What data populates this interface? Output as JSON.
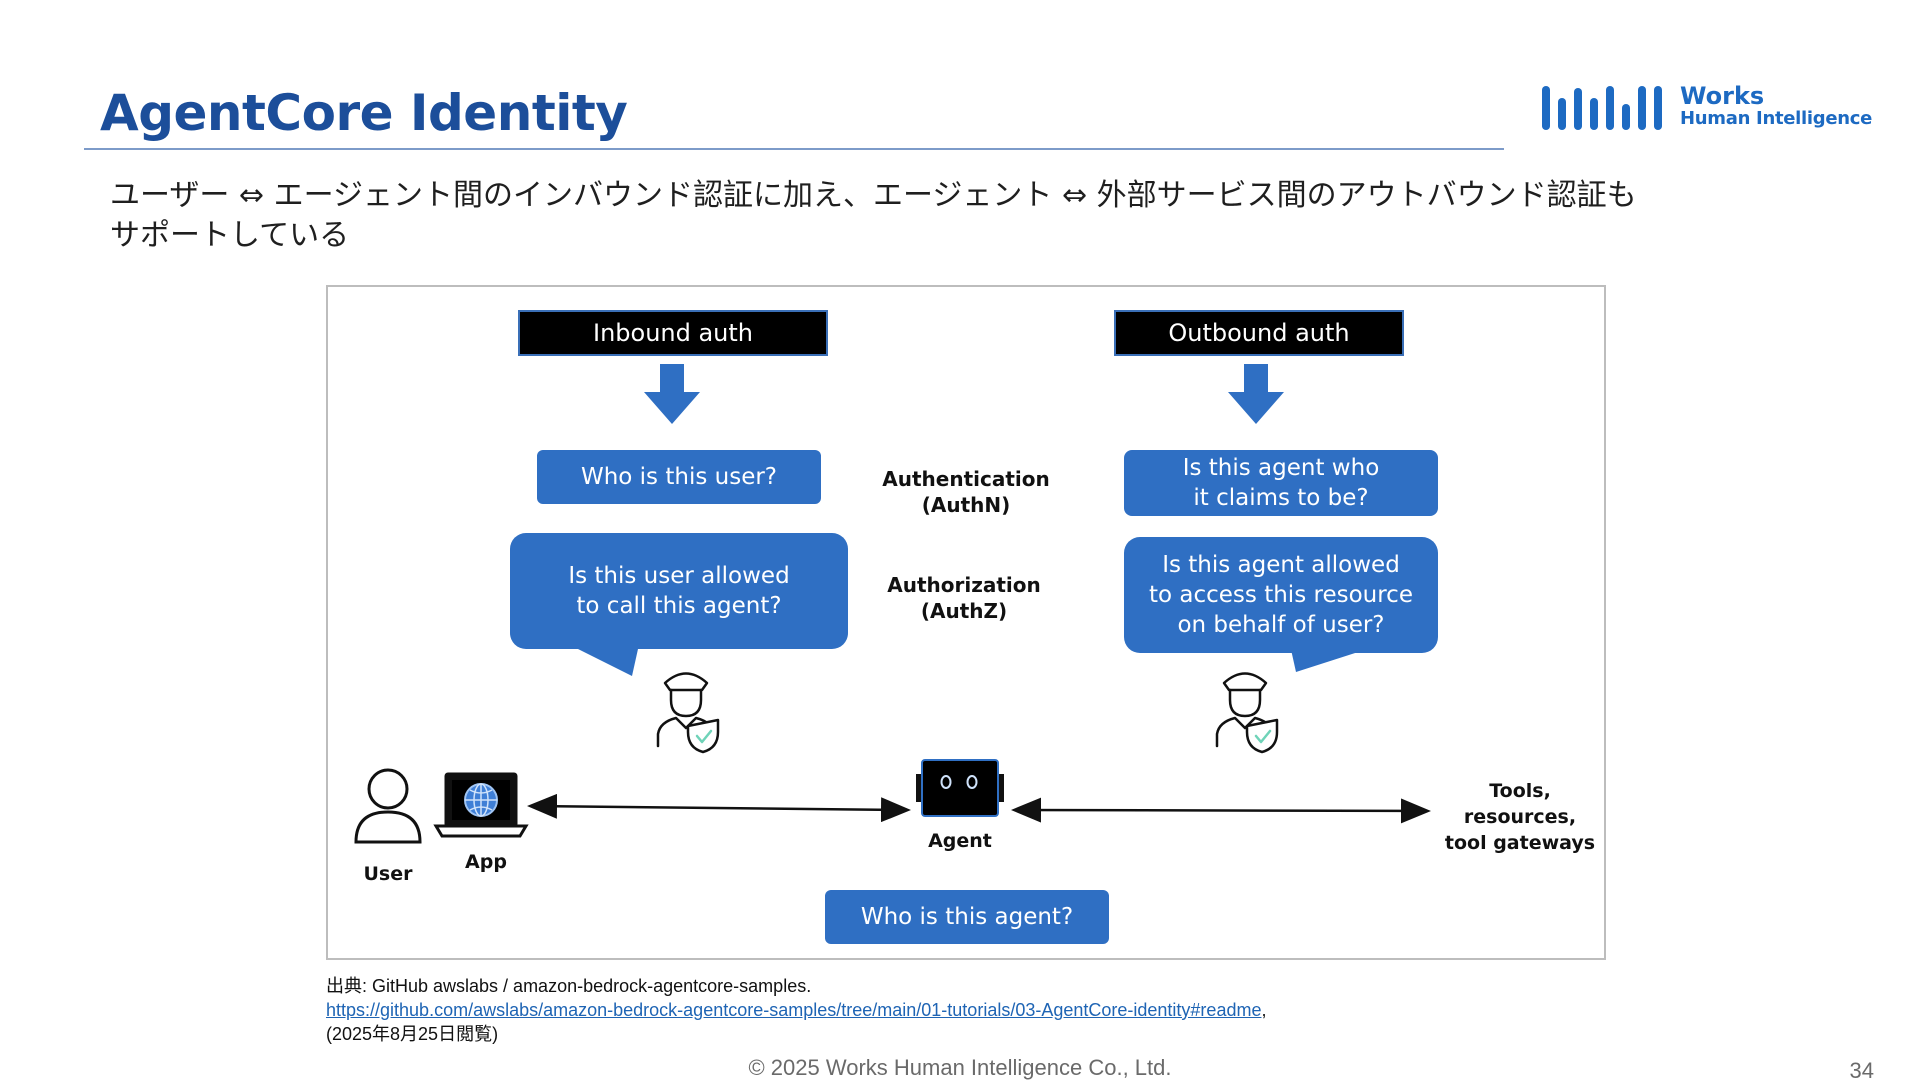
{
  "slide": {
    "title": "AgentCore Identity",
    "subtitle_line1": "ユーザー ⇔ エージェント間のインバウンド認証に加え、エージェント ⇔ 外部サービス間のアウトバウンド認証も",
    "subtitle_line2": "サポートしている",
    "page_number": "34",
    "footer": "© 2025 Works Human Intelligence Co., Ltd."
  },
  "logo": {
    "line1": "Works",
    "line2": "Human Intelligence",
    "color": "#1d6ac2"
  },
  "diagram": {
    "inbound_label": "Inbound auth",
    "outbound_label": "Outbound auth",
    "who_user": "Who is this user?",
    "user_allowed_line1": "Is this user allowed",
    "user_allowed_line2": "to call this agent?",
    "agent_claims_line1": "Is this agent who",
    "agent_claims_line2": "it claims to be?",
    "agent_allowed_line1": "Is this agent allowed",
    "agent_allowed_line2": "to access this resource",
    "agent_allowed_line3": "on behalf of user?",
    "authn_line1": "Authentication",
    "authn_line2": "(AuthN)",
    "authz_line1": "Authorization",
    "authz_line2": "(AuthZ)",
    "user_label": "User",
    "app_label": "App",
    "agent_label": "Agent",
    "tools_line1": "Tools,",
    "tools_line2": "resources,",
    "tools_line3": "tool gateways",
    "who_agent": "Who is this agent?",
    "box_color": "#2f6fc3"
  },
  "source": {
    "line1": "出典: GitHub awslabs / amazon-bedrock-agentcore-samples.",
    "link": "https://github.com/awslabs/amazon-bedrock-agentcore-samples/tree/main/01-tutorials/03-AgentCore-identity#readme",
    "link_suffix": ",",
    "line3": "(2025年8月25日閲覧)"
  }
}
